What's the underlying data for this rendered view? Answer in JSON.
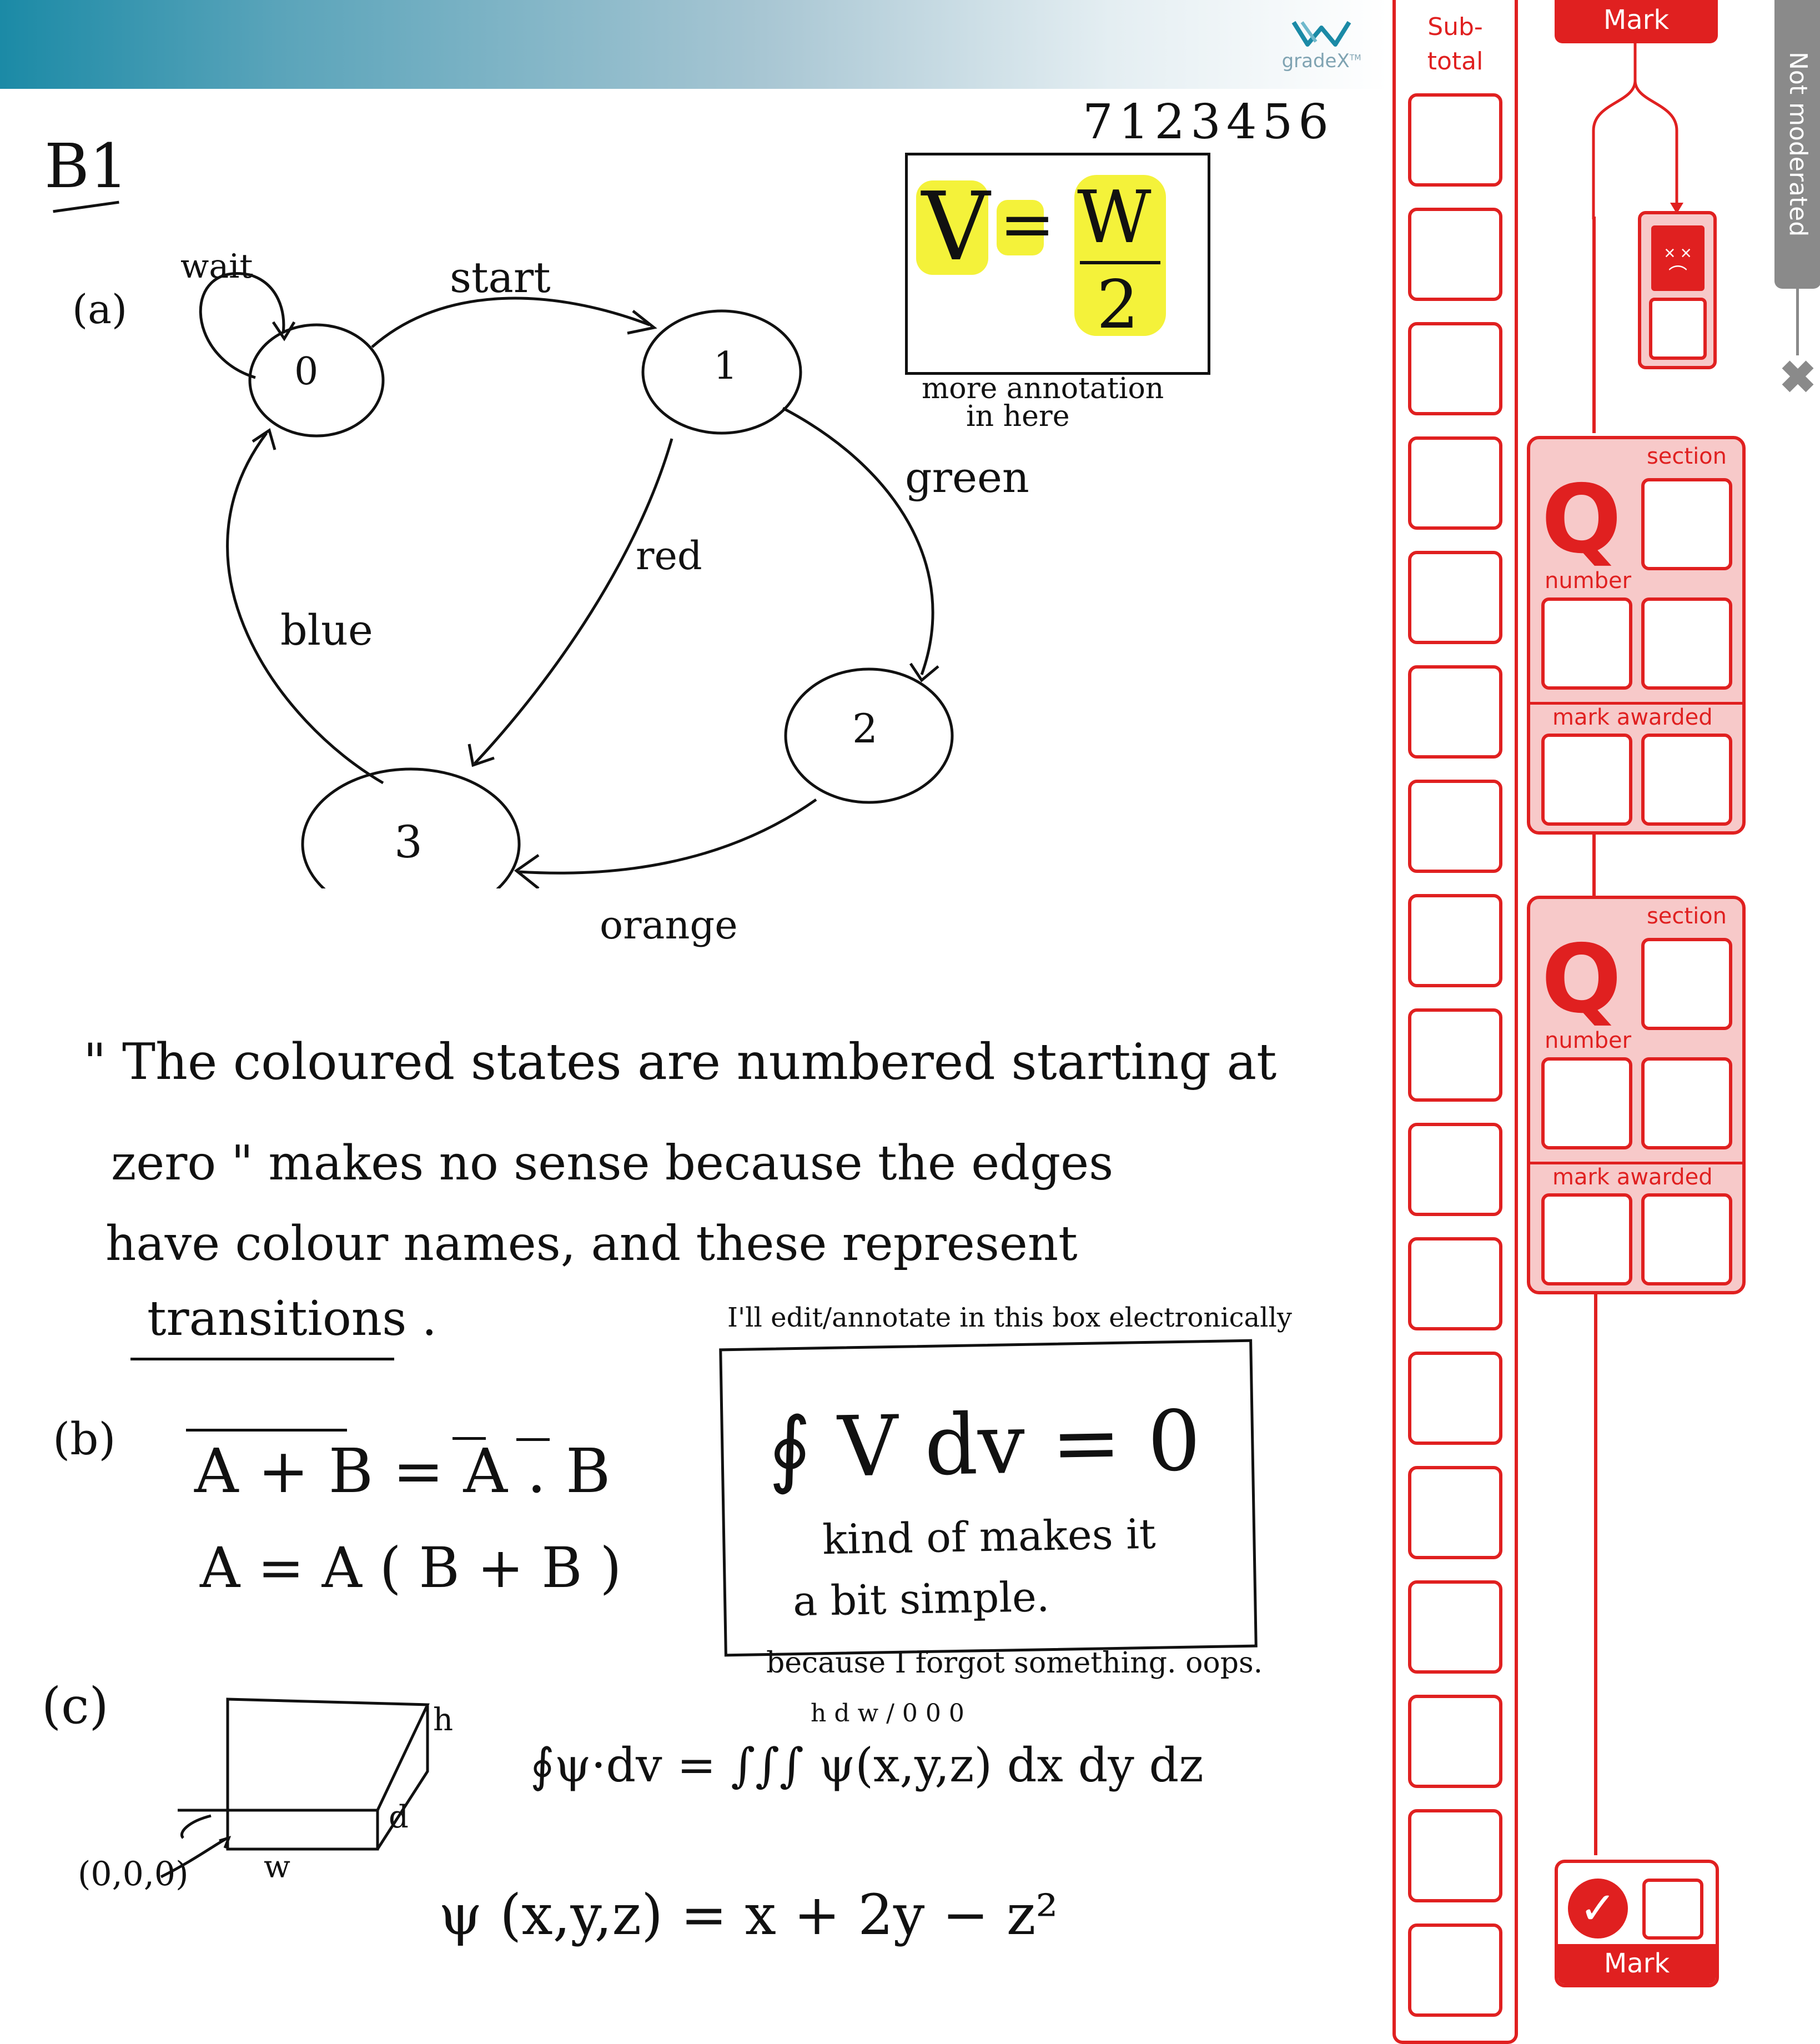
{
  "header": {
    "logo_text": "gradeX",
    "logo_tm": "TM"
  },
  "student_id": "7123456",
  "question": {
    "label": "B1",
    "part_a": "(a)",
    "part_b": "(b)",
    "part_c": "(c)"
  },
  "state_diagram": {
    "states": [
      "0",
      "1",
      "2",
      "3"
    ],
    "edges": [
      "wait",
      "start",
      "green",
      "red",
      "blue",
      "orange"
    ]
  },
  "annotation_box_1": {
    "formula_left": "V",
    "formula_eq": "=",
    "formula_num": "W",
    "formula_den": "2",
    "caption_line1": "more annotation",
    "caption_line2": "in here"
  },
  "answer_text": [
    "\" The  coloured  states  are  numbered  starting  at",
    "zero \"  makes  no  sense  because  the  edges",
    "have  colour  names,  and  these  represent",
    "transitions ."
  ],
  "annotation_box_2": {
    "header": "I'll edit/annotate in this box electronically",
    "formula": "∮ V dv = 0",
    "line1": "kind of makes it",
    "line2": "a bit simple.",
    "footer": "because I forgot something. oops."
  },
  "part_b_lines": [
    "A + B  =  A . B",
    "A  =  A ( B + B )"
  ],
  "part_c": {
    "box_labels": {
      "origin": "(0,0,0)",
      "w": "w",
      "d": "d",
      "h": "h"
    },
    "integral": "∮ψ·dv = ∫∫∫ ψ(x,y,z) dx dy dz",
    "limits": "h d w / 0 0 0",
    "psi_def": "ψ (x,y,z)  =  x + 2y − z²"
  },
  "marking": {
    "subtotal_label_1": "Sub-",
    "subtotal_label_2": "total",
    "mark_top": "Mark",
    "error_face": "× ×\n⌒",
    "cards": [
      {
        "section": "section",
        "q": "Q",
        "number": "number",
        "mark_awarded": "mark awarded"
      },
      {
        "section": "section",
        "q": "Q",
        "number": "number",
        "mark_awarded": "mark awarded"
      }
    ],
    "mark_bottom": "Mark",
    "check": "✓",
    "not_moderated": "Not moderated",
    "close": "✖"
  },
  "colors": {
    "accent": "#e02020",
    "card_fill": "#f7c9c9",
    "highlight": "#f4f23a",
    "tab_grey": "#8a8a8a"
  }
}
